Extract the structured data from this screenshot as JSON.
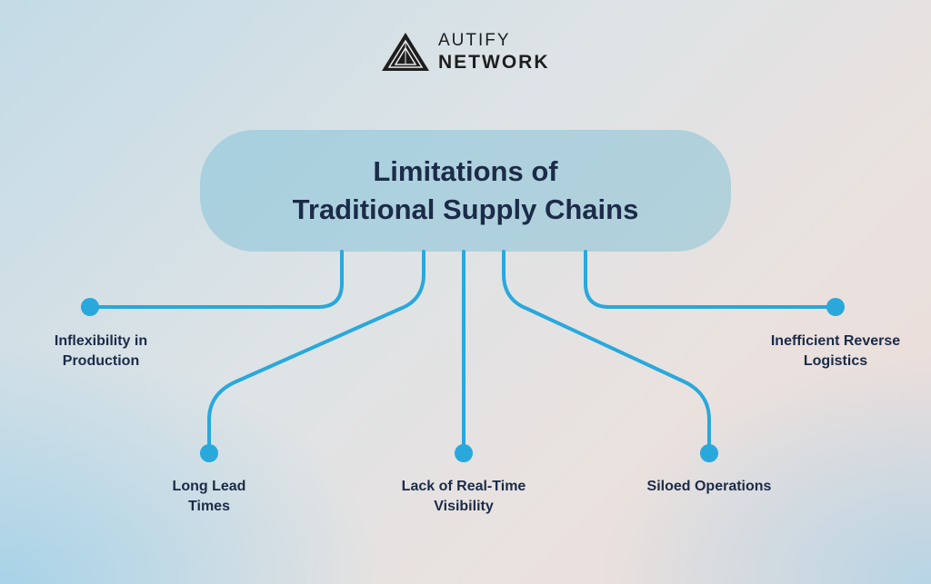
{
  "brand": {
    "line1": "AUTIFY",
    "line2": "NETWORK"
  },
  "title": {
    "line1": "Limitations of",
    "line2": "Traditional Supply Chains"
  },
  "colors": {
    "connector": "#29a8dc",
    "text": "#1b2b48",
    "pill": "#7ebfd6"
  },
  "items": [
    {
      "line1": "Inflexibility in",
      "line2": "Production"
    },
    {
      "line1": "Long Lead",
      "line2": "Times"
    },
    {
      "line1": "Lack of Real-Time",
      "line2": "Visibility"
    },
    {
      "line1": "Siloed Operations",
      "line2": ""
    },
    {
      "line1": "Inefficient Reverse",
      "line2": "Logistics"
    }
  ]
}
